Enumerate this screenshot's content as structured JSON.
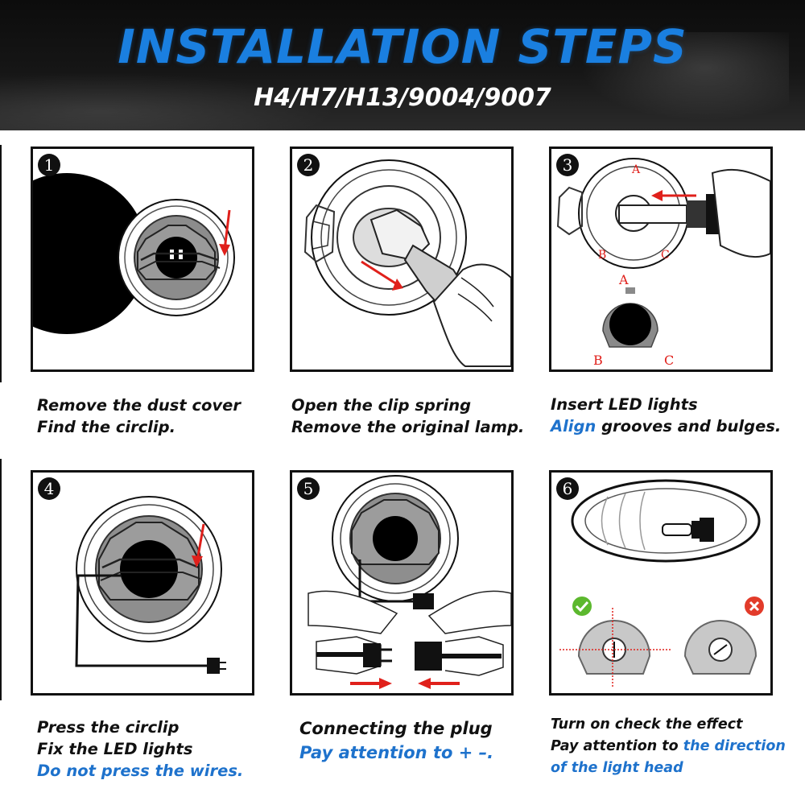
{
  "header": {
    "title": "INSTALLATION STEPS",
    "subtitle": "H4/H7/H13/9004/9007"
  },
  "steps": [
    {
      "number": "1",
      "line1": "Remove the dust cover",
      "line2": "Find the circlip."
    },
    {
      "number": "2",
      "line1": "Open the clip spring",
      "line2": "Remove the original lamp."
    },
    {
      "number": "3",
      "line1": "Insert LED lights",
      "line2_blue": "Align",
      "line2_rest": " grooves and bulges.",
      "labels": {
        "a_top": "A",
        "b_top": "B",
        "c_top": "C",
        "a_bottom": "A",
        "b_bottom": "B",
        "c_bottom": "C"
      }
    },
    {
      "number": "4",
      "line1": "Press the circlip",
      "line2": "Fix the LED lights",
      "line3": "Do not press the wires."
    },
    {
      "number": "5",
      "line1": "Connecting the plug",
      "line2": "Pay attention to + –."
    },
    {
      "number": "6",
      "line1": "Turn on check the effect",
      "line2_black": "Pay attention to ",
      "line2_blue": "the direction",
      "line3": "of the light head"
    }
  ],
  "colors": {
    "accent_blue": "#1a7fe0",
    "caption_blue": "#1e72cc",
    "arrow_red": "#e0201b",
    "check_green": "#5cb82e",
    "cross_red": "#e23b2a"
  },
  "icons": [
    "check-icon",
    "cross-icon",
    "arrow-icon"
  ]
}
